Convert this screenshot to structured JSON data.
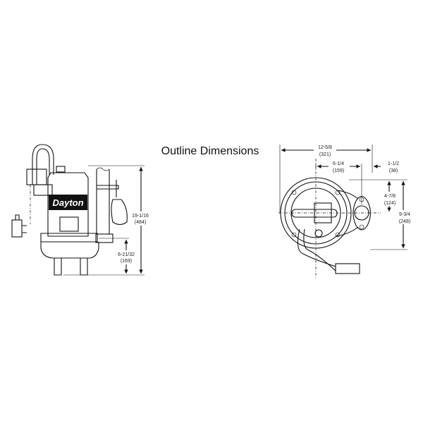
{
  "title": "Outline Dimensions",
  "side_view": {
    "brand": "Dayton",
    "overall_height": {
      "in": "19-1/16",
      "mm": "(484)"
    },
    "discharge_height": {
      "in": "6-21/32",
      "mm": "(169)"
    }
  },
  "top_view": {
    "overall_width": {
      "in": "12-5/8",
      "mm": "(321)"
    },
    "discharge_offset": {
      "in": "6-1/4",
      "mm": "(159)"
    },
    "discharge_size": {
      "in": "1-1/2",
      "mm": "(38)"
    },
    "discharge_depth": {
      "in": "4-7/8",
      "mm": "(124)"
    },
    "overall_depth": {
      "in": "9-3/4",
      "mm": "(248)"
    }
  }
}
